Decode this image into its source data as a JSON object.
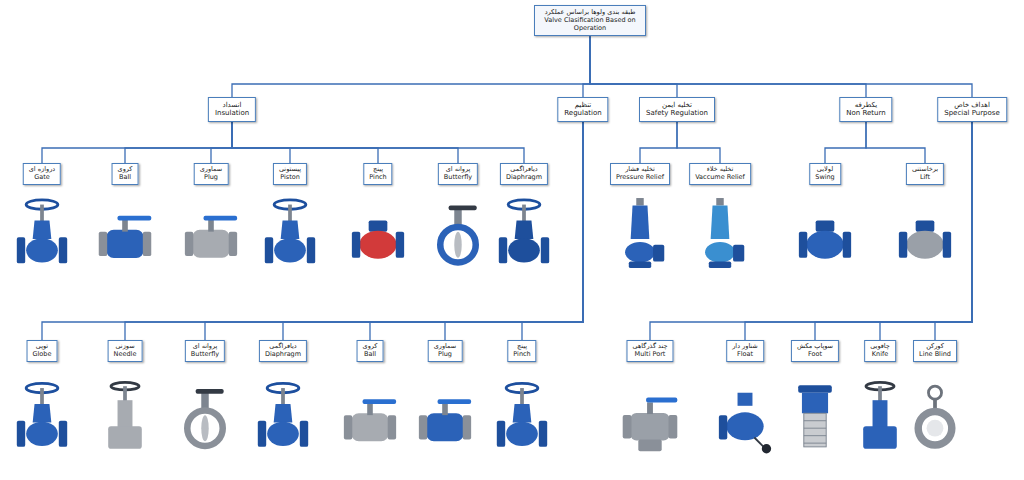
{
  "diagram": {
    "nodes": [
      {
        "text": [
          "طبقه بندی ولوها براساس عملکرد",
          "Valve Clasification Based on Operation"
        ]
      },
      {
        "text": [
          "انسداد",
          "Insulation"
        ]
      },
      {
        "text": [
          "تنظیم",
          "Regulation"
        ]
      },
      {
        "text": [
          "تخلیه ایمن",
          "Safety Regulation"
        ]
      },
      {
        "text": [
          "یکطرفه",
          "Non Return"
        ]
      },
      {
        "text": [
          "اهداف خاص",
          "Special Purpose"
        ]
      },
      {
        "text": [
          "دروازه ای",
          "Gate"
        ]
      },
      {
        "text": [
          "کروی",
          "Ball"
        ]
      },
      {
        "text": [
          "سماوری",
          "Plug"
        ]
      },
      {
        "text": [
          "پیستونی",
          "Piston"
        ]
      },
      {
        "text": [
          "پینچ",
          "Pinch"
        ]
      },
      {
        "text": [
          "پروانه ای",
          "Butterfly"
        ]
      },
      {
        "text": [
          "دیافراگمی",
          "Diaphragm"
        ]
      },
      {
        "text": [
          "تخلیه فشار",
          "Pressure Relief"
        ]
      },
      {
        "text": [
          "تخلیه خلاء",
          "Vaccume Relief"
        ]
      },
      {
        "text": [
          "لولایی",
          "Swing"
        ]
      },
      {
        "text": [
          "برخاستنی",
          "Lift"
        ]
      },
      {
        "text": [
          "توپی",
          "Globe"
        ]
      },
      {
        "text": [
          "سوزنی",
          "Needle"
        ]
      },
      {
        "text": [
          "پروانه ای",
          "Butterfly"
        ]
      },
      {
        "text": [
          "دیافراگمی",
          "Diaphragm"
        ]
      },
      {
        "text": [
          "کروی",
          "Ball"
        ]
      },
      {
        "text": [
          "سماوری",
          "Plug"
        ]
      },
      {
        "text": [
          "پینچ",
          "Pinch"
        ]
      },
      {
        "text": [
          "چند گذرگاهی",
          "Multi Port"
        ]
      },
      {
        "text": [
          "شناور دار",
          "Float"
        ]
      },
      {
        "text": [
          "سوپاپ مکش",
          "Foot"
        ]
      },
      {
        "text": [
          "چاقویی",
          "Knife"
        ]
      },
      {
        "text": [
          "کورکن",
          "Line Blind"
        ]
      }
    ],
    "edges": [
      {
        "from": 0,
        "to": 1,
        "arrow": "none"
      },
      {
        "from": 0,
        "to": 2,
        "arrow": "none"
      },
      {
        "from": 0,
        "to": 3,
        "arrow": "none"
      },
      {
        "from": 0,
        "to": 4,
        "arrow": "none"
      },
      {
        "from": 0,
        "to": 5,
        "arrow": "none"
      },
      {
        "from": 1,
        "to": 6,
        "arrow": "none"
      },
      {
        "from": 1,
        "to": 7,
        "arrow": "none"
      },
      {
        "from": 1,
        "to": 8,
        "arrow": "none"
      },
      {
        "from": 1,
        "to": 9,
        "arrow": "none"
      },
      {
        "from": 1,
        "to": 10,
        "arrow": "none"
      },
      {
        "from": 1,
        "to": 11,
        "arrow": "none"
      },
      {
        "from": 1,
        "to": 12,
        "arrow": "none"
      },
      {
        "from": 3,
        "to": 13,
        "arrow": "none"
      },
      {
        "from": 3,
        "to": 14,
        "arrow": "none"
      },
      {
        "from": 4,
        "to": 15,
        "arrow": "none"
      },
      {
        "from": 4,
        "to": 16,
        "arrow": "none"
      },
      {
        "from": 2,
        "to": 17,
        "arrow": "none"
      },
      {
        "from": 2,
        "to": 18,
        "arrow": "none"
      },
      {
        "from": 2,
        "to": 19,
        "arrow": "none"
      },
      {
        "from": 2,
        "to": 20,
        "arrow": "none"
      },
      {
        "from": 2,
        "to": 21,
        "arrow": "none"
      },
      {
        "from": 2,
        "to": 22,
        "arrow": "none"
      },
      {
        "from": 2,
        "to": 23,
        "arrow": "none"
      },
      {
        "from": 5,
        "to": 24,
        "arrow": "none"
      },
      {
        "from": 5,
        "to": 25,
        "arrow": "none"
      },
      {
        "from": 5,
        "to": 26,
        "arrow": "none"
      },
      {
        "from": 5,
        "to": 27,
        "arrow": "none"
      },
      {
        "from": 5,
        "to": 28,
        "arrow": "none"
      }
    ]
  }
}
